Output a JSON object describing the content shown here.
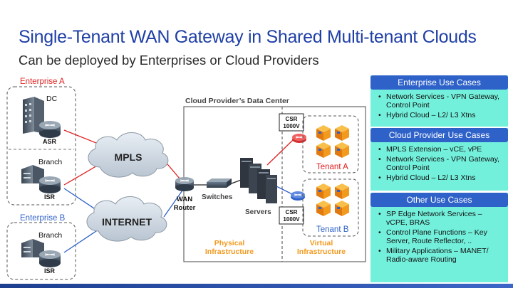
{
  "title": "Single-Tenant WAN Gateway in Shared Multi-tenant Clouds",
  "subtitle": "Can be deployed by Enterprises or Cloud Providers",
  "diagram": {
    "enterprise_a": "Enterprise A",
    "enterprise_b": "Enterprise B",
    "dc": "DC",
    "asr": "ASR",
    "branch_a": "Branch",
    "isr_a": "ISR",
    "branch_b": "Branch",
    "isr_b": "ISR",
    "mpls": "MPLS",
    "internet": "INTERNET",
    "datacenter": "Cloud Provider’s Data Center",
    "wan_router_1": "WAN",
    "wan_router_2": "Router",
    "switches": "Switches",
    "servers": "Servers",
    "csr_top_1": "CSR",
    "csr_top_2": "1000V",
    "csr_bottom_1": "CSR",
    "csr_bottom_2": "1000V",
    "tenant_a": "Tenant A",
    "tenant_b": "Tenant B",
    "physical_1": "Physical",
    "physical_2": "Infrastructure",
    "virtual_1": "Virtual",
    "virtual_2": "Infrastructure"
  },
  "panels": {
    "enterprise": {
      "heading": "Enterprise Use Cases",
      "items": [
        "Network Services - VPN Gateway, Control Point",
        "Hybrid Cloud – L2/ L3 Xtns"
      ]
    },
    "cloud": {
      "heading": "Cloud Provider Use Cases",
      "items": [
        "MPLS Extension – vCE, vPE",
        "Network Services - VPN Gateway, Control Point",
        "Hybrid Cloud  – L2/ L3 Xtns"
      ]
    },
    "other": {
      "heading": "Other Use Cases",
      "items": [
        "SP Edge Network Services – vCPE, BRAS",
        "Control Plane Functions – Key Server, Route Reflector, ..",
        "Military Applications – MANET/ Radio-aware Routing"
      ]
    }
  },
  "colors": {
    "title": "#1f3fa6",
    "accent_red": "#e02020",
    "accent_blue": "#2f62c9",
    "panel_bg": "#73f0dc",
    "orange": "#f29a1e"
  }
}
